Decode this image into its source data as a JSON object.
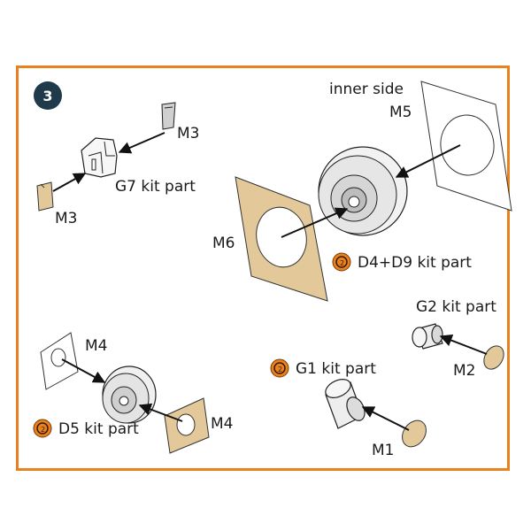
{
  "step": {
    "number": "3"
  },
  "colors": {
    "frame": "#e8821e",
    "badge": "#1f3a4a",
    "etch": "#e3c99a",
    "bullet": "#e8821e"
  },
  "labels": {
    "m3_top": "M3",
    "g7": "G7 kit part",
    "m3_bottom": "M3",
    "inner_side": "inner side",
    "m5": "M5",
    "m6": "M6",
    "d4d9": "D4+D9 kit part",
    "m4_top": "M4",
    "d5": "D5 kit part",
    "m4_bottom": "M4",
    "g1": "G1 kit part",
    "m1": "M1",
    "g2": "G2 kit part",
    "m2": "M2"
  },
  "icons": [
    "step-badge",
    "remove-part-icon",
    "arrow"
  ]
}
